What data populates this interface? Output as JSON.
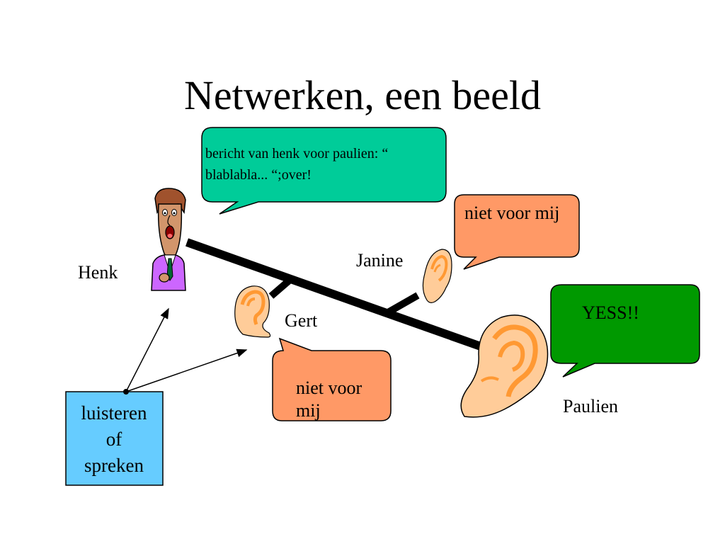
{
  "title": "Netwerken, een beeld",
  "people": {
    "henk": "Henk",
    "gert": "Gert",
    "janine": "Janine",
    "paulien": "Paulien"
  },
  "bubbles": {
    "henk_message": "bericht van henk voor paulien: “ blablabla... “;over!",
    "janine_reply": "niet voor mij",
    "gert_reply": "niet voor mij",
    "paulien_reply": "YESS!!"
  },
  "box": {
    "line1": "luisteren",
    "line2": "of",
    "line3": "spreken"
  },
  "colors": {
    "speech_teal": "#00CC99",
    "speech_salmon": "#FF9966",
    "speech_green": "#009900",
    "box_blue": "#66CCFF",
    "ear_skin": "#FFCC99",
    "ear_inner": "#FF9933",
    "network_cable": "#000000",
    "henk_suit": "#CC66FF"
  },
  "icons": [
    "person-henk-icon",
    "ear-icon"
  ]
}
